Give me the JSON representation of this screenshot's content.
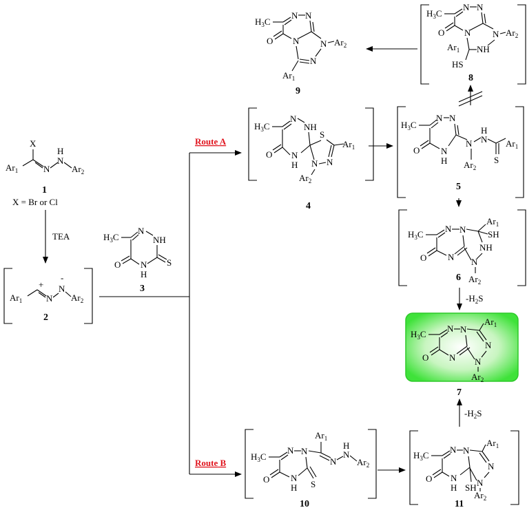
{
  "compounds": {
    "c1": {
      "label": "1",
      "x": "X",
      "ar1": "Ar",
      "ar2": "Ar",
      "nh": "H",
      "n1": "N",
      "n2": "N",
      "note": "X = Br or Cl"
    },
    "c2": {
      "label": "2",
      "plus": "+",
      "minus": "-",
      "ar1": "Ar",
      "ar2": "Ar",
      "n1": "N",
      "n2": "N"
    },
    "c3": {
      "label": "3",
      "me": "H3C",
      "n1": "N",
      "nh1": "NH",
      "nh2": "N",
      "h": "H",
      "o": "O",
      "s": "S"
    },
    "c4": {
      "label": "4",
      "me": "H3C",
      "n": "N",
      "nh": "NH",
      "s": "S",
      "o": "O",
      "n2": "N",
      "h": "H",
      "n3": "N",
      "n4": "N",
      "ar1": "Ar",
      "ar2": "Ar"
    },
    "c5": {
      "label": "5",
      "me": "H3C",
      "n1": "N",
      "n2": "N",
      "o": "O",
      "n3": "N",
      "h": "H",
      "n4": "N",
      "nh": "H",
      "n5": "N",
      "ar1": "Ar",
      "ar2": "Ar",
      "s": "S"
    },
    "c6": {
      "label": "6",
      "me": "H3C",
      "n1": "N",
      "n2": "N",
      "o": "O",
      "n3": "N",
      "ar1": "Ar",
      "sh": "SH",
      "nh": "NH",
      "n4": "N",
      "ar2": "Ar"
    },
    "c7": {
      "label": "7",
      "me": "H3C",
      "n1": "N",
      "n2": "N",
      "o": "O",
      "n3": "N",
      "ar1": "Ar",
      "n4": "N",
      "n5": "N",
      "ar2": "Ar"
    },
    "c8": {
      "label": "8",
      "me": "H3C",
      "n1": "N",
      "n2": "N",
      "o": "O",
      "n3": "N",
      "ar1": "Ar",
      "n4": "N",
      "ar2": "Ar",
      "sh": "HS",
      "nh": "NH"
    },
    "c9": {
      "label": "9",
      "me": "H3C",
      "n1": "N",
      "n2": "N",
      "o": "O",
      "n3": "N",
      "n4": "N",
      "ar2": "Ar",
      "n5": "N",
      "ar1": "Ar"
    },
    "c10": {
      "label": "10",
      "me": "H3C",
      "n1": "N",
      "n2": "N",
      "o": "O",
      "n3": "N",
      "h": "H",
      "s": "S",
      "ar1": "Ar",
      "n4": "N",
      "n5": "N",
      "nh": "H",
      "ar2": "Ar"
    },
    "c11": {
      "label": "11",
      "me": "H3C",
      "n1": "N",
      "n2": "N",
      "o": "O",
      "n3": "N",
      "h": "H",
      "sh": "SH",
      "ar1": "Ar",
      "n4": "N",
      "n5": "N",
      "ar2": "Ar"
    }
  },
  "sub1": "1",
  "sub2": "2",
  "reagents": {
    "tea": "TEA",
    "h2s_a": "-H2S",
    "h2s_b": "-H2S"
  },
  "routes": {
    "a_word": "Route",
    "a_letter": "A",
    "b_word": "Route",
    "b_letter": "B"
  },
  "colors": {
    "highlight": "#3fe23a",
    "route": "#e0141e"
  }
}
